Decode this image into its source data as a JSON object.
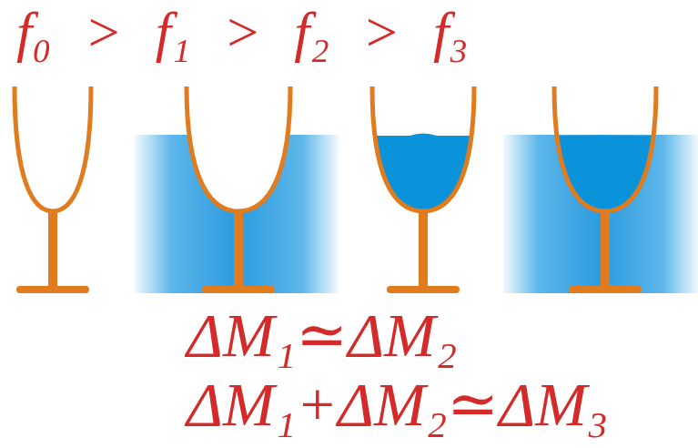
{
  "diagram": {
    "labels": [
      "f₀",
      ">",
      "f₁",
      ">",
      "f₂",
      ">",
      "f₃",
      "ΔM₁≃ΔM₂",
      "ΔM₁+ΔM₂≃ΔM₃"
    ]
  }
}
